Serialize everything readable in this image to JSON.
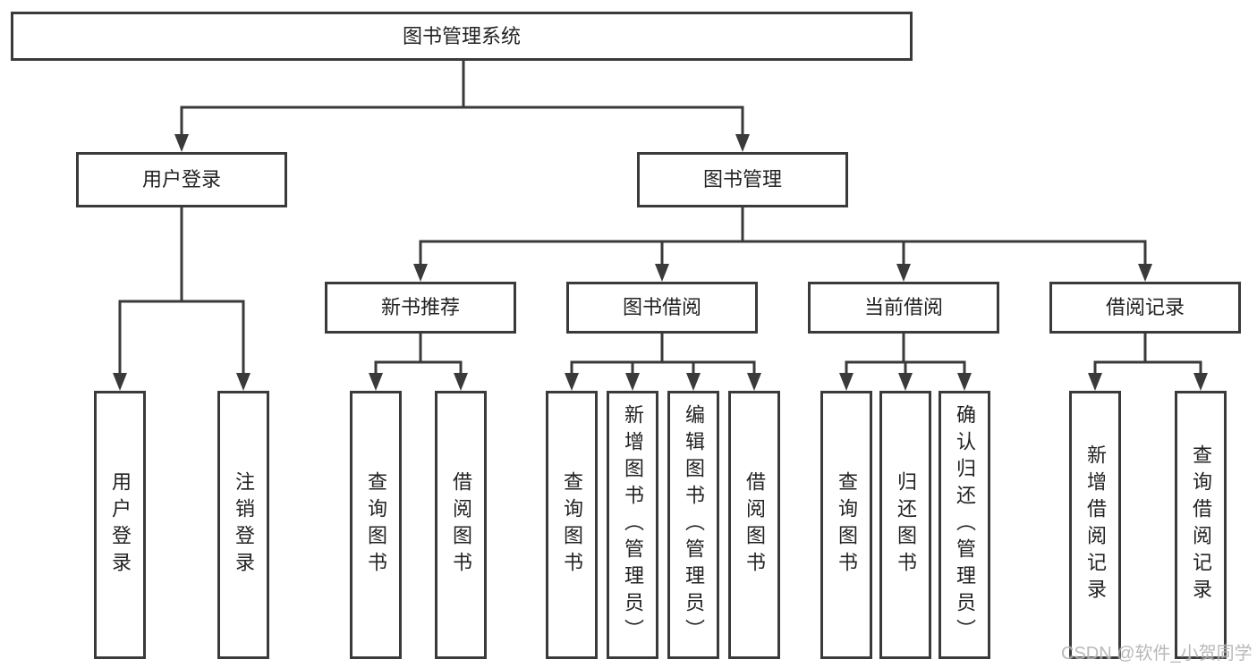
{
  "diagram": {
    "root": {
      "label": "图书管理系统"
    },
    "level2": [
      {
        "id": "user-login",
        "label": "用户登录"
      },
      {
        "id": "book-management",
        "label": "图书管理"
      }
    ],
    "level3": [
      {
        "id": "new-book-recommend",
        "label": "新书推荐"
      },
      {
        "id": "book-borrow",
        "label": "图书借阅"
      },
      {
        "id": "current-borrow",
        "label": "当前借阅"
      },
      {
        "id": "borrow-records",
        "label": "借阅记录"
      }
    ],
    "leaves": {
      "user_login": [
        "用户登录",
        "注销登录"
      ],
      "new_book_recommend": [
        "查询图书",
        "借阅图书"
      ],
      "book_borrow": [
        "查询图书",
        "新增图书（管理员）",
        "编辑图书（管理员）",
        "借阅图书"
      ],
      "current_borrow": [
        "查询图书",
        "归还图书",
        "确认归还（管理员）"
      ],
      "borrow_records": [
        "新增借阅记录",
        "查询借阅记录"
      ]
    }
  },
  "watermark": "CSDN @软件_小贺同学",
  "colors": {
    "line": "#3a3a3a",
    "text": "#222222",
    "background": "#ffffff",
    "watermark": "#b2b2b2"
  }
}
